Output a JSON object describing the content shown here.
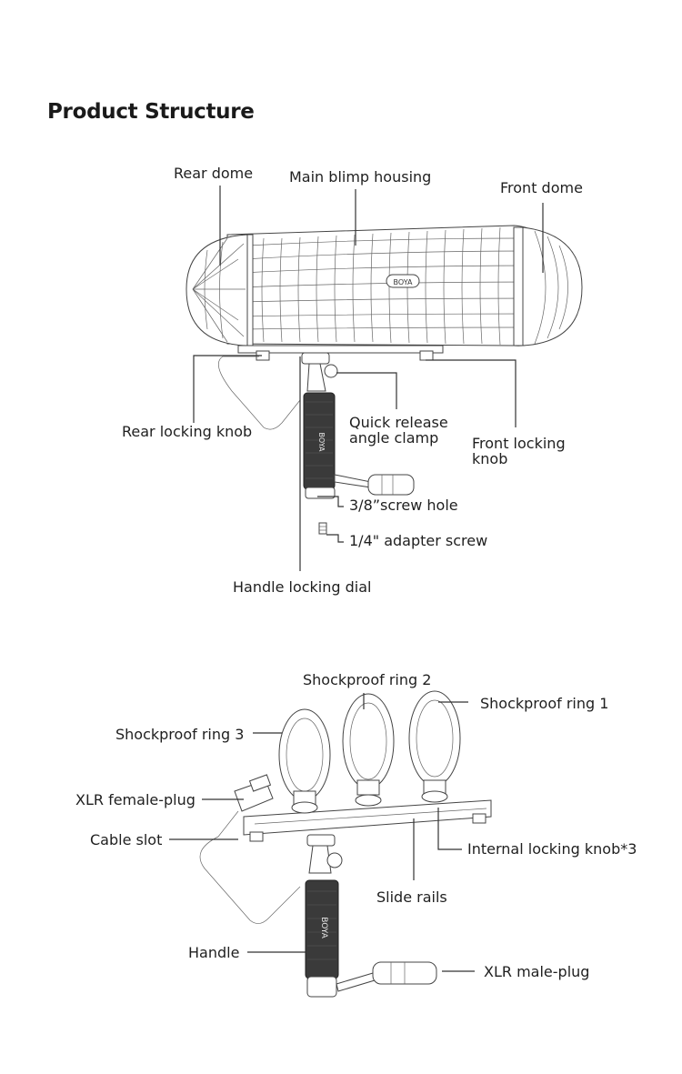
{
  "title": "Product Structure",
  "diagram1": {
    "rear_dome": "Rear dome",
    "main_housing": "Main blimp housing",
    "front_dome": "Front dome",
    "rear_knob": "Rear locking knob",
    "quick_release_1": "Quick release",
    "quick_release_2": "angle clamp",
    "front_knob_1": "Front locking",
    "front_knob_2": "knob",
    "screw_hole": "3/8”screw hole",
    "adapter_screw": "1/4\" adapter screw",
    "handle_dial": "Handle locking dial",
    "brand": "BOYA"
  },
  "diagram2": {
    "ring2": "Shockproof ring 2",
    "ring1": "Shockproof ring 1",
    "ring3": "Shockproof ring 3",
    "xlr_female": "XLR female-plug",
    "cable_slot": "Cable slot",
    "internal_knob": "Internal locking knob*3",
    "slide_rails": "Slide rails",
    "handle": "Handle",
    "xlr_male": "XLR male-plug",
    "brand": "BOYA"
  }
}
